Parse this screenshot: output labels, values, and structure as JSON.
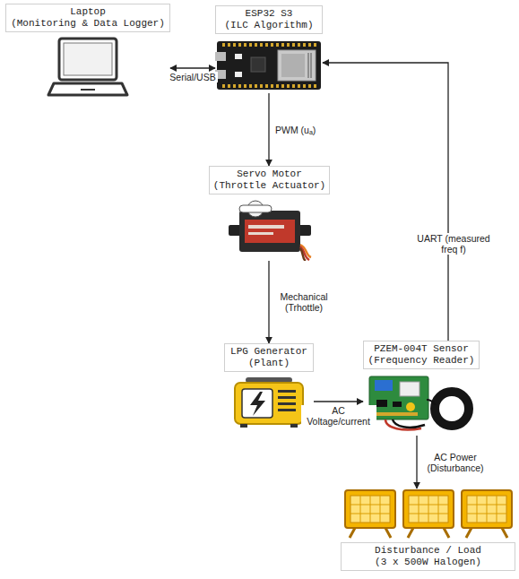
{
  "diagram": {
    "nodes": [
      {
        "text": [
          "Laptop",
          "(Monitoring & Data Logger)"
        ]
      },
      {
        "text": [
          "ESP32 S3",
          "(ILC Algorithm)"
        ]
      },
      {
        "text": [
          "Servo Motor",
          "(Throttle Actuator)"
        ]
      },
      {
        "text": [
          "LPG Generator",
          "(Plant)"
        ]
      },
      {
        "text": [
          "PZEM-004T Sensor",
          "(Frequency Reader)"
        ]
      },
      {
        "text": [
          "Disturbance / Load",
          "(3 x 500W Halogen)"
        ]
      }
    ],
    "edges": [
      {
        "from": 0,
        "to": 1,
        "label": "Serial/USB",
        "arrow": "both"
      },
      {
        "from": 1,
        "to": 2,
        "label": "PWM (uₐ)",
        "arrow": "to"
      },
      {
        "from": 2,
        "to": 3,
        "label": "Mechanical (Trhottle)",
        "arrow": "to"
      },
      {
        "from": 3,
        "to": 4,
        "label": "AC Voltage/current",
        "arrow": "to"
      },
      {
        "from": 4,
        "to": 1,
        "label": "UART (measured freq f)",
        "arrow": "to"
      },
      {
        "from": 4,
        "to": 5,
        "label": "AC Power (Disturbance)",
        "arrow": "to"
      }
    ]
  }
}
